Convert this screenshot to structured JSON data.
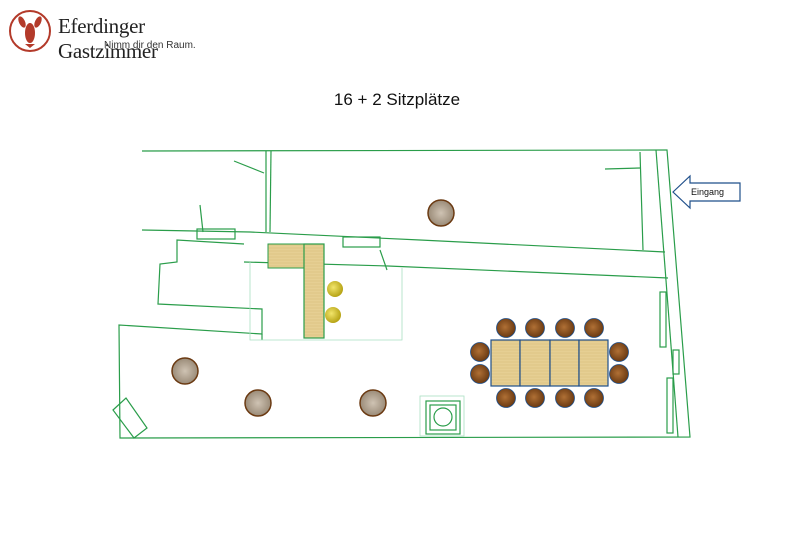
{
  "logo": {
    "name": "Eferdinger Gastzimmer",
    "tagline": "Nimm dir den Raum."
  },
  "title": "16 + 2 Sitzplätze",
  "entrance_label": "Eingang",
  "colors": {
    "walls": "#2a9d4a",
    "table_wood": "#e6cf93",
    "chair": "#8a4f1f",
    "plant": "#b8aa98",
    "stool": "#d6c52a",
    "table_border": "#1f4f8a",
    "logo_red": "#b33a2a"
  }
}
